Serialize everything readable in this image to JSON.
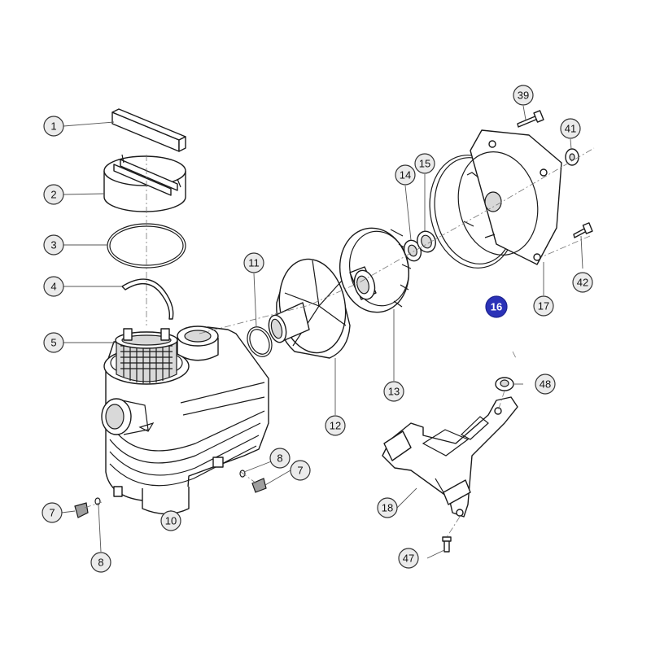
{
  "colors": {
    "highlight": "#2b32b8",
    "callout_fill": "#ebebeb",
    "line": "#1a1a1a"
  },
  "labels": {
    "n1": "1",
    "n2": "2",
    "n3": "3",
    "n4": "4",
    "n5": "5",
    "n7a": "7",
    "n7b": "7",
    "n8a": "8",
    "n8b": "8",
    "n10": "10",
    "n11": "11",
    "n12": "12",
    "n13": "13",
    "n14": "14",
    "n15": "15",
    "n16": "16",
    "n17": "17",
    "n18": "18",
    "n39": "39",
    "n41": "41",
    "n42": "42",
    "n47": "47",
    "n48": "48"
  }
}
